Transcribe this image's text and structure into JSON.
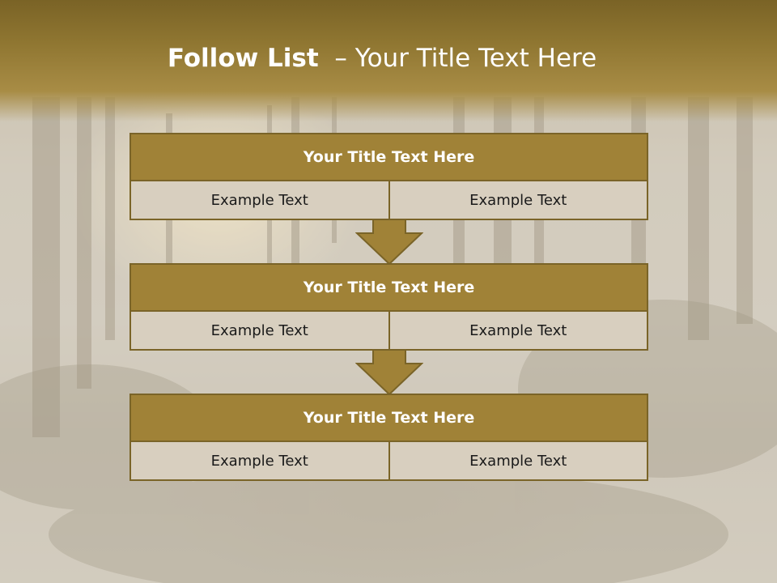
{
  "slide": {
    "title_bold": "Follow List",
    "title_rest": "  – Your Title Text Here"
  },
  "blocks": [
    {
      "title": "Your Title Text Here",
      "left_text": "Example Text",
      "right_text": "Example Text"
    },
    {
      "title": "Your Title Text Here",
      "left_text": "Example Text",
      "right_text": "Example Text"
    },
    {
      "title": "Your Title Text Here",
      "left_text": "Example Text",
      "right_text": "Example Text"
    }
  ],
  "colors": {
    "title_band": "#8f7631",
    "block_header": "#a08237",
    "block_border": "#7a6428",
    "cell_fill": "#d8cfbf",
    "arrow_fill": "#a08237"
  },
  "icons": [
    "down-arrow-icon"
  ]
}
